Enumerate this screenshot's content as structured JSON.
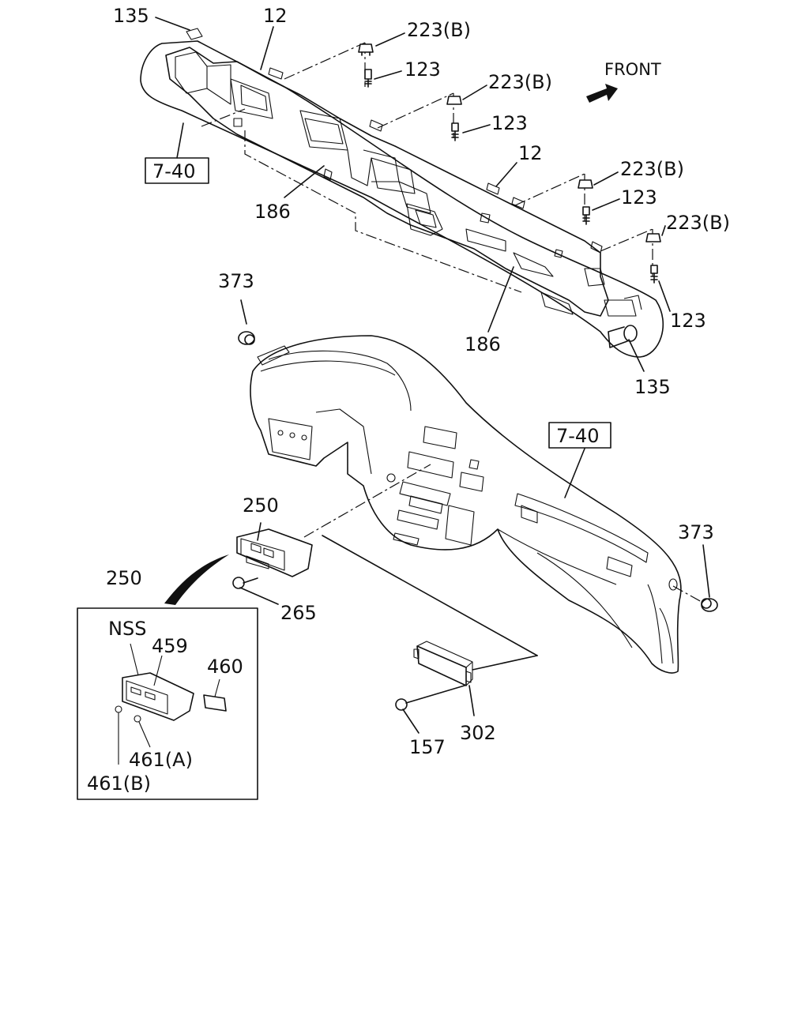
{
  "labels": {
    "l135a": "135",
    "l12a": "12",
    "l223a": "223(B)",
    "l123a": "123",
    "l223b": "223(B)",
    "l123b": "123",
    "front": "FRONT",
    "ref740a": "7-40",
    "l12b": "12",
    "l223c": "223(B)",
    "l123c": "123",
    "l223d": "223(B)",
    "l186a": "186",
    "l123d": "123",
    "l373a": "373",
    "l186b": "186",
    "l135b": "135",
    "ref740b": "7-40",
    "l250a": "250",
    "l373b": "373",
    "l250b": "250",
    "l265": "265",
    "nss": "NSS",
    "l459": "459",
    "l460": "460",
    "l461a": "461(A)",
    "l461b": "461(B)",
    "l302": "302",
    "l157": "157"
  },
  "colors": {
    "line": "#111111",
    "background": "#ffffff"
  },
  "icons": {
    "front_arrow": "arrow-icon"
  }
}
